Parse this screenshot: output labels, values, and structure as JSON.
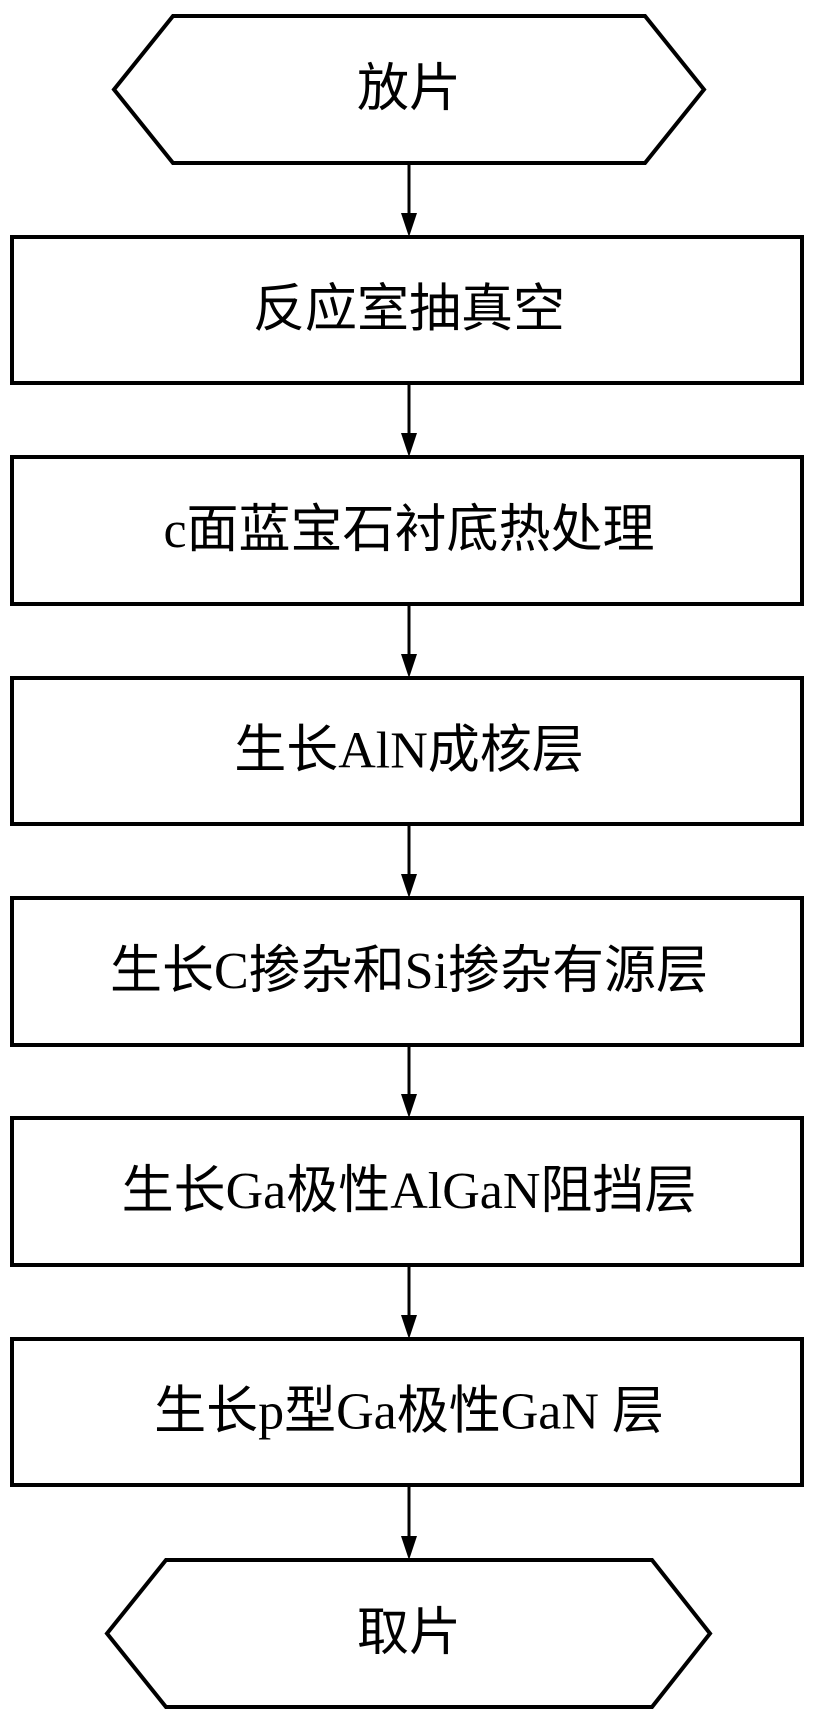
{
  "diagram": {
    "type": "flowchart",
    "direction": "top-to-bottom",
    "nodes": [
      {
        "id": "start",
        "shape": "hexagon",
        "label": "放片"
      },
      {
        "id": "step1",
        "shape": "rectangle",
        "label": "反应室抽真空"
      },
      {
        "id": "step2",
        "shape": "rectangle",
        "label": "c面蓝宝石衬底热处理"
      },
      {
        "id": "step3",
        "shape": "rectangle",
        "label": "生长AlN成核层"
      },
      {
        "id": "step4",
        "shape": "rectangle",
        "label": "生长C掺杂和Si掺杂有源层"
      },
      {
        "id": "step5",
        "shape": "rectangle",
        "label": "生长Ga极性AlGaN阻挡层"
      },
      {
        "id": "step6",
        "shape": "rectangle",
        "label": "生长p型Ga极性GaN 层"
      },
      {
        "id": "end",
        "shape": "hexagon",
        "label": "取片"
      }
    ],
    "edges": [
      {
        "from": "start",
        "to": "step1"
      },
      {
        "from": "step1",
        "to": "step2"
      },
      {
        "from": "step2",
        "to": "step3"
      },
      {
        "from": "step3",
        "to": "step4"
      },
      {
        "from": "step4",
        "to": "step5"
      },
      {
        "from": "step5",
        "to": "step6"
      },
      {
        "from": "step6",
        "to": "end"
      }
    ],
    "colors": {
      "stroke": "#000000",
      "fill": "#ffffff",
      "text": "#000000"
    }
  }
}
